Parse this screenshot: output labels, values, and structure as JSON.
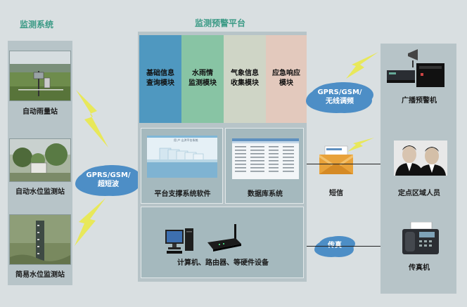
{
  "titles": {
    "monitor_system": "监测系统",
    "platform": "监测预警平台"
  },
  "stations": {
    "rain": "自动雨量站",
    "water": "自动水位监测站",
    "simple": "简易水位监测站"
  },
  "modules": [
    {
      "line1": "基础信息",
      "line2": "查询模块",
      "color": "#4f98c0"
    },
    {
      "line1": "水雨情",
      "line2": "监测模块",
      "color": "#88c4a4"
    },
    {
      "line1": "气象信息",
      "line2": "收集模块",
      "color": "#cfd5c6"
    },
    {
      "line1": "应急响应",
      "line2": "模块",
      "color": "#e3c9bd"
    }
  ],
  "platform": {
    "software": "平台支撑系统软件",
    "database": "数据库系统",
    "hardware": "计算机、路由器、等硬件设备",
    "screen_title": "用 户 山洪平台系统"
  },
  "clouds": {
    "left_l1": "GPRS/GSM/",
    "left_l2": "超短波",
    "right_l1": "GPRS/GSM/",
    "right_l2": "无线调频",
    "fax": "传真"
  },
  "outputs": {
    "broadcast": "广播预警机",
    "sms": "短信",
    "people": "定点区域人员",
    "fax_machine": "传真机"
  },
  "colors": {
    "title": "#3a9a85",
    "panel": "#b7c4c8",
    "cloud": "#4d8ec6",
    "bolt": "#e8e85a"
  }
}
